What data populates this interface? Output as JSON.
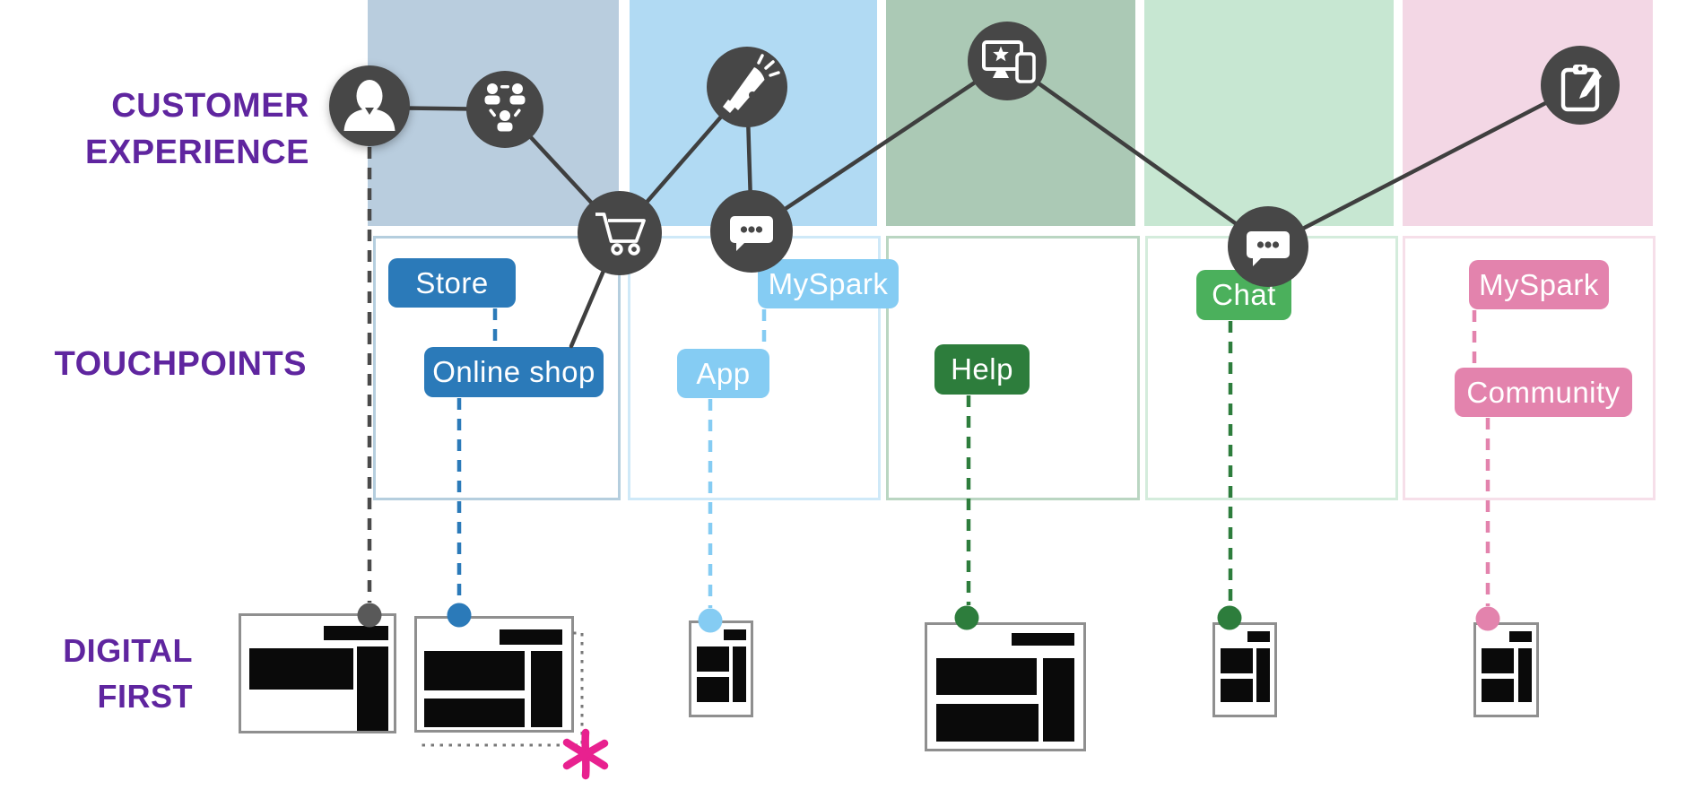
{
  "rows": {
    "customer_experience": {
      "line1": "CUSTOMER",
      "line2": "EXPERIENCE"
    },
    "touchpoints_label": "TOUCHPOINTS",
    "digital_first": {
      "line1": "DIGITAL",
      "line2": "FIRST"
    }
  },
  "journey": {
    "stage_icons": [
      "person",
      "people-network",
      "shopping-cart",
      "megaphone",
      "chat-bubble",
      "monitor-and-phone",
      "chat-bubble",
      "clipboard-pencil"
    ]
  },
  "touchpoints": {
    "pills": [
      {
        "label": "Store",
        "color_key": "pill_blue"
      },
      {
        "label": "Online shop",
        "color_key": "pill_blue"
      },
      {
        "label": "MySpark",
        "color_key": "pill_blue_light"
      },
      {
        "label": "App",
        "color_key": "pill_blue_light"
      },
      {
        "label": "Help",
        "color_key": "pill_green_dark"
      },
      {
        "label": "Chat",
        "color_key": "pill_green"
      },
      {
        "label": "MySpark",
        "color_key": "pill_pink"
      },
      {
        "label": "Community",
        "color_key": "pill_pink"
      }
    ]
  },
  "colors": {
    "purple": "#5f259f",
    "node": "#474747",
    "line": "#3f3f3f",
    "band_blue_gray": "#b9cdde",
    "band_blue": "#b1daf3",
    "band_green": "#abc9b5",
    "band_green_light": "#c7e7d2",
    "band_pink": "#f3d7e5",
    "box_blue_gray": "#b5cede",
    "box_blue": "#cfe9f8",
    "box_green": "#bad6c2",
    "box_green_light": "#d4ecdc",
    "box_pink": "#f6dfe9",
    "pill_blue": "#2b7ab9",
    "pill_blue_light": "#85ccf3",
    "pill_green_dark": "#2d7d3c",
    "pill_green": "#4bb05c",
    "pill_pink": "#e383ad",
    "dash_gray": "#4a4a4a",
    "dot_gray": "#595959",
    "magenta": "#e8218f",
    "annotation_gray": "#787878",
    "wf_border": "#8f8f8f",
    "wf_block": "#0a0a0a"
  }
}
